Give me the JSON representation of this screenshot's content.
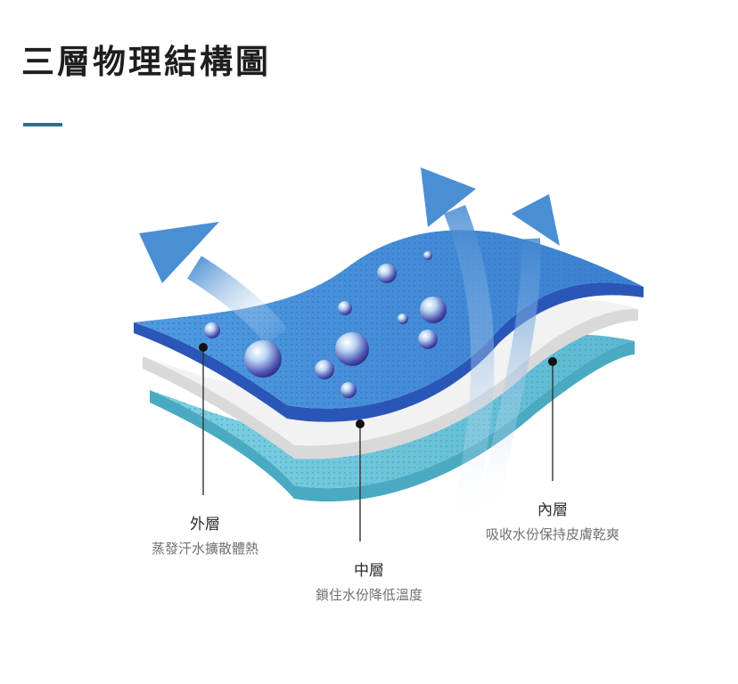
{
  "title": "三層物理結構圖",
  "colors": {
    "accent": "#2e6e8c",
    "outer_layer": "#3f8ad6",
    "middle_layer": "#eeeeee",
    "inner_layer": "#6fc6d9",
    "arrow": "#4a8fd4"
  },
  "labels": {
    "outer": {
      "name": "外層",
      "desc": "蒸發汗水擴散體熱"
    },
    "middle": {
      "name": "中層",
      "desc": "鎖住水份降低溫度"
    },
    "inner": {
      "name": "內層",
      "desc": "吸收水份保持皮膚乾爽"
    }
  }
}
